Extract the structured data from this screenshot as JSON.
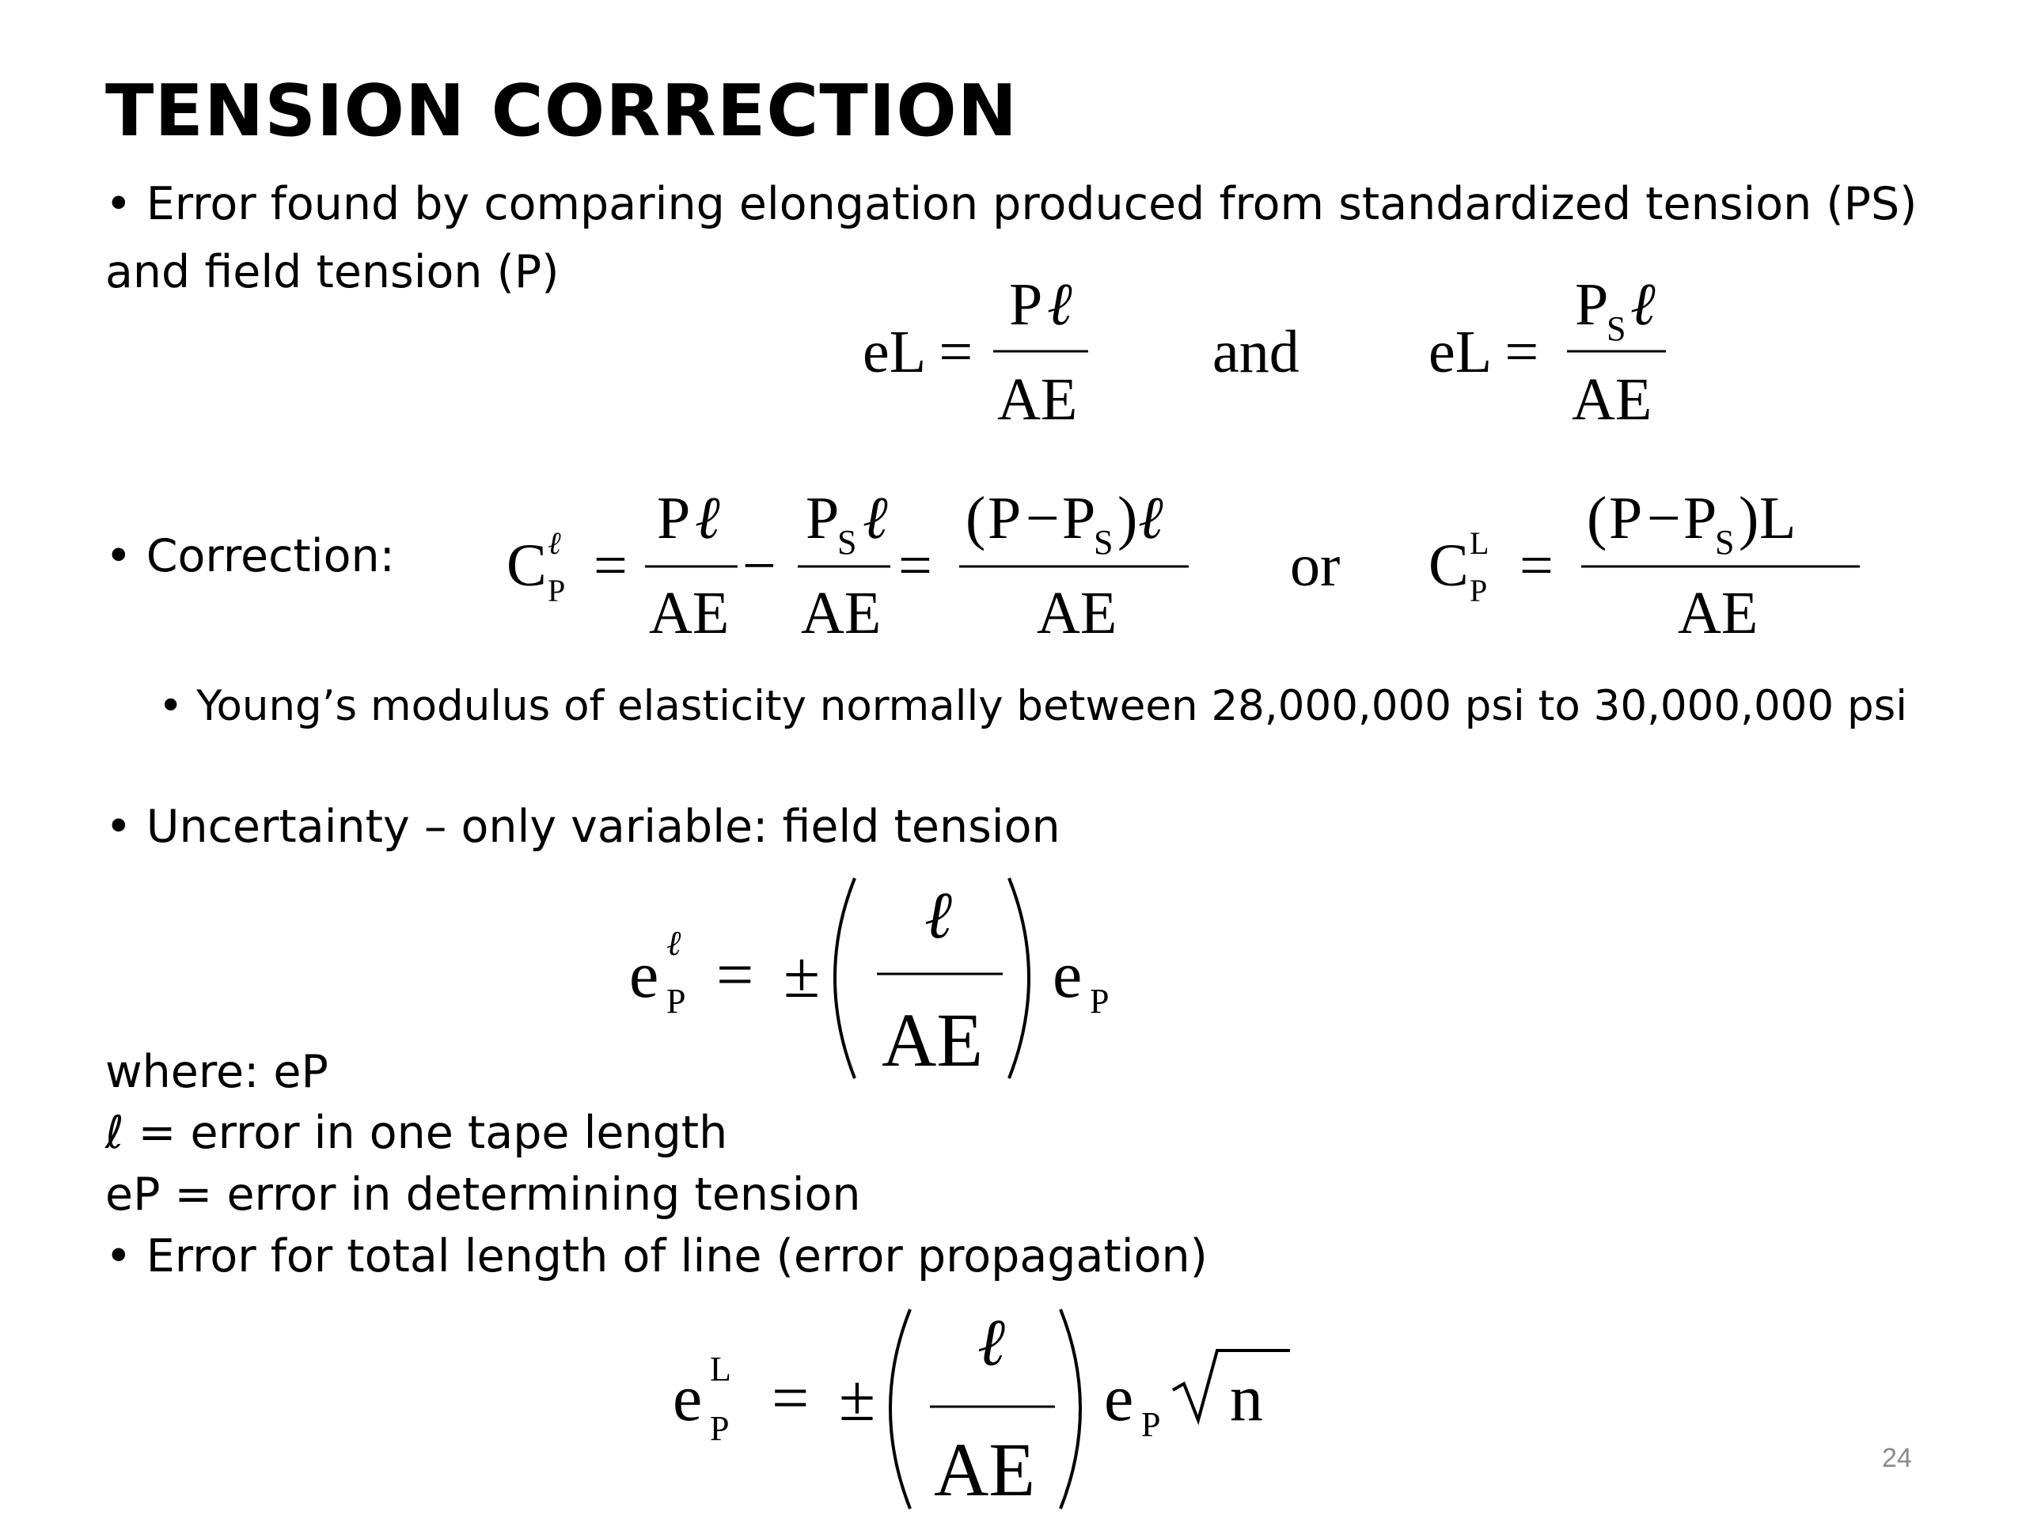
{
  "slide": {
    "title": "TENSION CORRECTION",
    "bullet1_line1": "• Error found by comparing elongation produced from standardized tension (PS)",
    "bullet1_line2": "and field tension (P)",
    "bullet2_label": "• Correction:",
    "sub_bullet": "• Young’s modulus of elasticity normally between 28,000,000 psi to 30,000,000 psi",
    "bullet3": "• Uncertainty – only variable: field tension",
    "where_line": "where: eP",
    "def_l": "ℓ = error in one tape length",
    "def_ep": "eP = error in determining tension",
    "bullet4": "• Error for total length of line (error propagation)",
    "page_number": "24"
  },
  "equations": {
    "eL_lhs": "eL =",
    "and": "and",
    "or": "or",
    "P": "P",
    "Ps": "P",
    "sub_s": "S",
    "sub_p": "P",
    "sup_l": "ℓ",
    "sup_L": "L",
    "ell": "ℓ",
    "AE": "AE",
    "C": "C",
    "e": "e",
    "eq": "=",
    "minus": "−",
    "pm": "±",
    "open": "(",
    "close": ")",
    "L": "L",
    "n": "n"
  }
}
